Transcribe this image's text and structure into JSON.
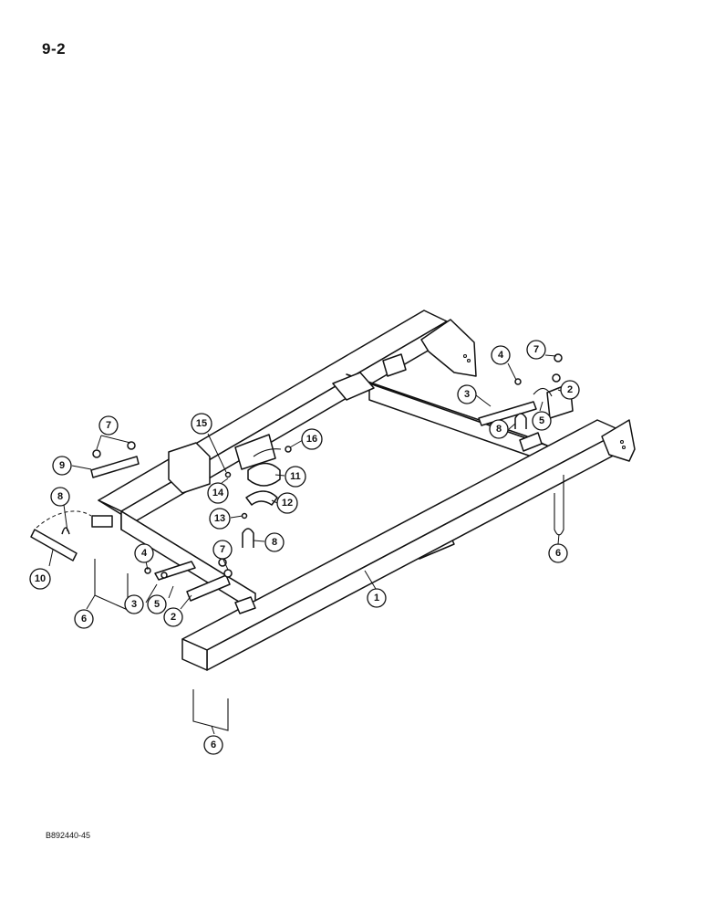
{
  "page": {
    "number": "9-2",
    "reference": "B892440-45"
  },
  "callouts": [
    {
      "id": "c1",
      "label": "1"
    },
    {
      "id": "c2a",
      "label": "2"
    },
    {
      "id": "c2b",
      "label": "2"
    },
    {
      "id": "c3a",
      "label": "3"
    },
    {
      "id": "c3b",
      "label": "3"
    },
    {
      "id": "c4a",
      "label": "4"
    },
    {
      "id": "c4b",
      "label": "4"
    },
    {
      "id": "c5a",
      "label": "5"
    },
    {
      "id": "c5b",
      "label": "5"
    },
    {
      "id": "c6a",
      "label": "6"
    },
    {
      "id": "c6b",
      "label": "6"
    },
    {
      "id": "c6c",
      "label": "6"
    },
    {
      "id": "c7a",
      "label": "7"
    },
    {
      "id": "c7b",
      "label": "7"
    },
    {
      "id": "c7c",
      "label": "7"
    },
    {
      "id": "c8a",
      "label": "8"
    },
    {
      "id": "c8b",
      "label": "8"
    },
    {
      "id": "c8c",
      "label": "8"
    },
    {
      "id": "c9",
      "label": "9"
    },
    {
      "id": "c10",
      "label": "10"
    },
    {
      "id": "c11",
      "label": "11"
    },
    {
      "id": "c12",
      "label": "12"
    },
    {
      "id": "c13",
      "label": "13"
    },
    {
      "id": "c14",
      "label": "14"
    },
    {
      "id": "c15",
      "label": "15"
    },
    {
      "id": "c16",
      "label": "16"
    }
  ]
}
